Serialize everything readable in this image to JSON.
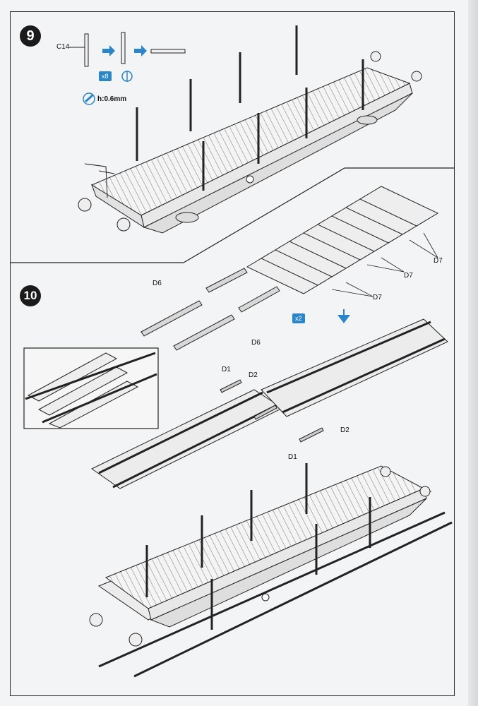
{
  "steps": [
    {
      "number": "9"
    },
    {
      "number": "10"
    }
  ],
  "step9": {
    "part_label": "C14",
    "quantity": "x8",
    "cut_note": "h:0.6mm"
  },
  "step10": {
    "quantity": "x2",
    "labels": {
      "d6_top": "D6",
      "d6_bottom": "D6",
      "d7_a": "D7",
      "d7_b": "D7",
      "d7_c": "D7",
      "d1_top": "D1",
      "d2_top": "D2",
      "d2_right": "D2",
      "d1_bottom": "D1"
    }
  },
  "icons": {
    "arrow": "arrow-right-icon",
    "hole": "drill-hole-icon",
    "cut": "cutter-icon",
    "down": "arrow-down-icon"
  },
  "colors": {
    "accent_blue": "#2a86c9",
    "ink": "#1b1b1b"
  }
}
